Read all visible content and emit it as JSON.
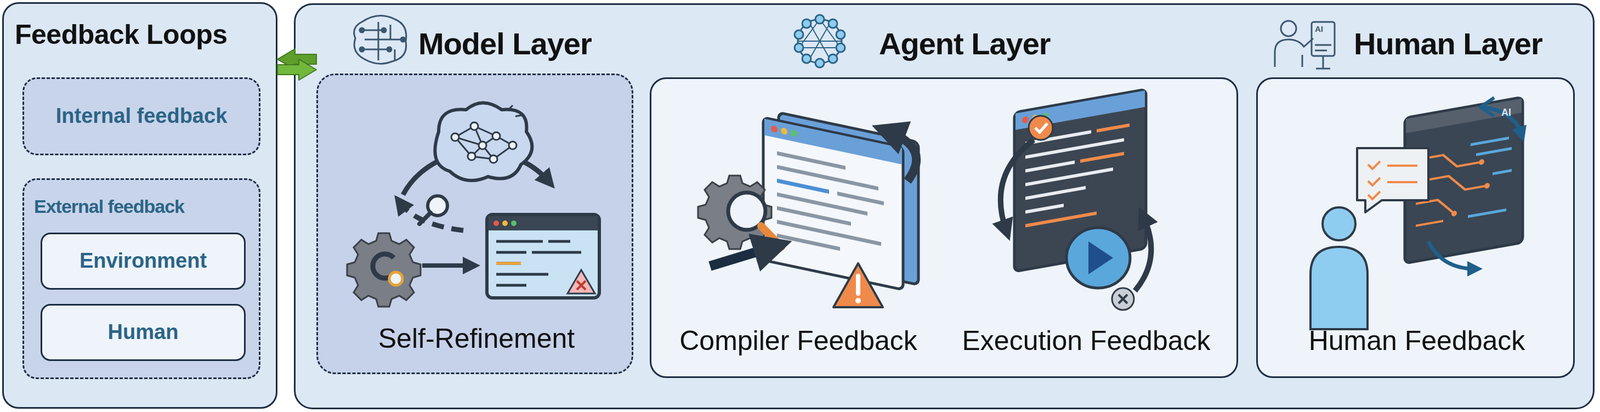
{
  "diagram": {
    "nodes": [
      {
        "text": [
          "Feedback Loops"
        ]
      },
      {
        "text": [
          "Internal feedback"
        ],
        "in": 0
      },
      {
        "text": [
          "External feedback"
        ],
        "in": 0
      },
      {
        "text": [
          "Environment"
        ],
        "in": 2
      },
      {
        "text": [
          "Human"
        ],
        "in": 2
      },
      {
        "text": [
          "Model Layer",
          "Self-Refinement"
        ]
      },
      {
        "text": [
          "Agent Layer",
          "Compiler Feedback",
          "Execution Feedback"
        ]
      },
      {
        "text": [
          "Human Layer",
          "Human Feedback"
        ]
      }
    ],
    "edges": [
      {
        "from": 0,
        "to": 5,
        "arrow": "both"
      }
    ],
    "labels": [
      "AI",
      "AI"
    ]
  }
}
